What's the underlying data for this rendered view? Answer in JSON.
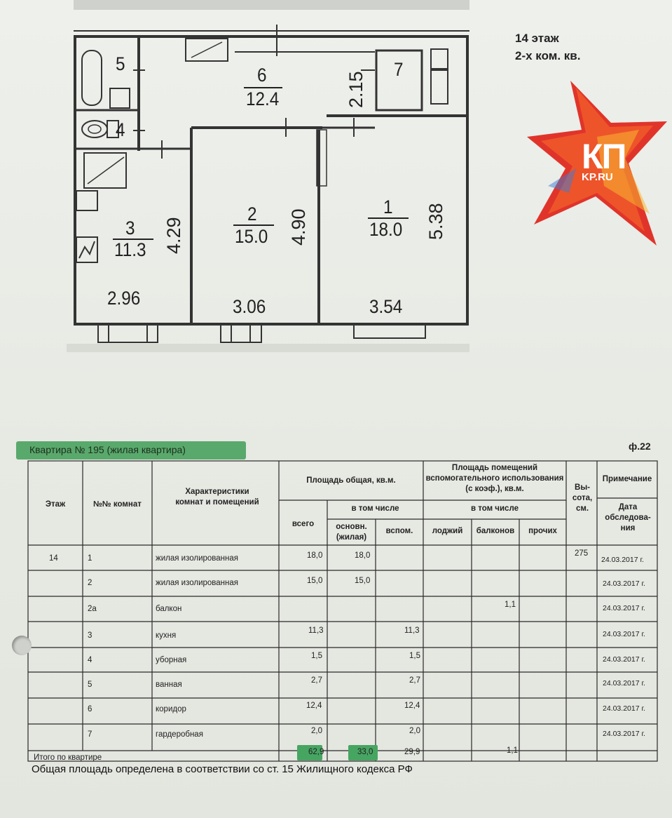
{
  "plan": {
    "rooms": [
      {
        "num": "1",
        "area": "18.0",
        "width": "3.54",
        "length": "5.38"
      },
      {
        "num": "2",
        "area": "15.0",
        "width": "3.06",
        "length": "4.90"
      },
      {
        "num": "3",
        "area": "11.3",
        "width": "2.96",
        "length": "4.29"
      },
      {
        "num": "4"
      },
      {
        "num": "5"
      },
      {
        "num": "6",
        "area": "12.4",
        "length": "2.15"
      },
      {
        "num": "7"
      }
    ]
  },
  "corner": {
    "line1": "14 этаж",
    "line2": "2-х ком. кв."
  },
  "logo": {
    "big": "КП",
    "small": "KP.RU"
  },
  "form": {
    "title": "Квартира № 195 (жилая квартира)",
    "form_number": "ф.22",
    "headers": {
      "floor": "Этаж",
      "rooms": "№№ комнат",
      "characteristics": "Характеристики комнат и помещений",
      "total_area": "Площадь общая, кв.м.",
      "total": "всего",
      "including": "в том числе",
      "main": "основн. (жилая)",
      "aux": "вспом.",
      "aux_area": "Площадь помещений вспомогательного использования (с коэф.), кв.м.",
      "including2": "в том числе",
      "loggias": "лоджий",
      "balconies": "балконов",
      "other": "прочих",
      "height": "Вы-сота, см.",
      "note": "Примечание",
      "survey_date": "Дата обследова-ния"
    },
    "rows": [
      {
        "floor": "14",
        "room": "1",
        "desc": "жилая изолированная",
        "total": "18,0",
        "main": "18,0",
        "aux": "",
        "balcony": "",
        "height": "275",
        "date": "24.03.2017 г."
      },
      {
        "floor": "",
        "room": "2",
        "desc": "жилая изолированная",
        "total": "15,0",
        "main": "15,0",
        "aux": "",
        "balcony": "",
        "height": "",
        "date": "24.03.2017 г."
      },
      {
        "floor": "",
        "room": "2а",
        "desc": "балкон",
        "total": "",
        "main": "",
        "aux": "",
        "balcony": "1,1",
        "height": "",
        "date": "24.03.2017 г."
      },
      {
        "floor": "",
        "room": "3",
        "desc": "кухня",
        "total": "11,3",
        "main": "",
        "aux": "11,3",
        "balcony": "",
        "height": "",
        "date": "24.03.2017 г."
      },
      {
        "floor": "",
        "room": "4",
        "desc": "уборная",
        "total": "1,5",
        "main": "",
        "aux": "1,5",
        "balcony": "",
        "height": "",
        "date": "24.03.2017 г."
      },
      {
        "floor": "",
        "room": "5",
        "desc": "ванная",
        "total": "2,7",
        "main": "",
        "aux": "2,7",
        "balcony": "",
        "height": "",
        "date": "24.03.2017 г."
      },
      {
        "floor": "",
        "room": "6",
        "desc": "коридор",
        "total": "12,4",
        "main": "",
        "aux": "12,4",
        "balcony": "",
        "height": "",
        "date": "24.03.2017 г."
      },
      {
        "floor": "",
        "room": "7",
        "desc": "гардеробная",
        "total": "2,0",
        "main": "",
        "aux": "2,0",
        "balcony": "",
        "height": "",
        "date": "24.03.2017 г."
      }
    ],
    "totals": {
      "label": "Итого по квартире",
      "total": "62,9",
      "main": "33,0",
      "aux": "29,9",
      "balcony": "1,1"
    },
    "footer": "Общая площадь определена в соответствии со ст. 15 Жилищного кодекса РФ"
  }
}
